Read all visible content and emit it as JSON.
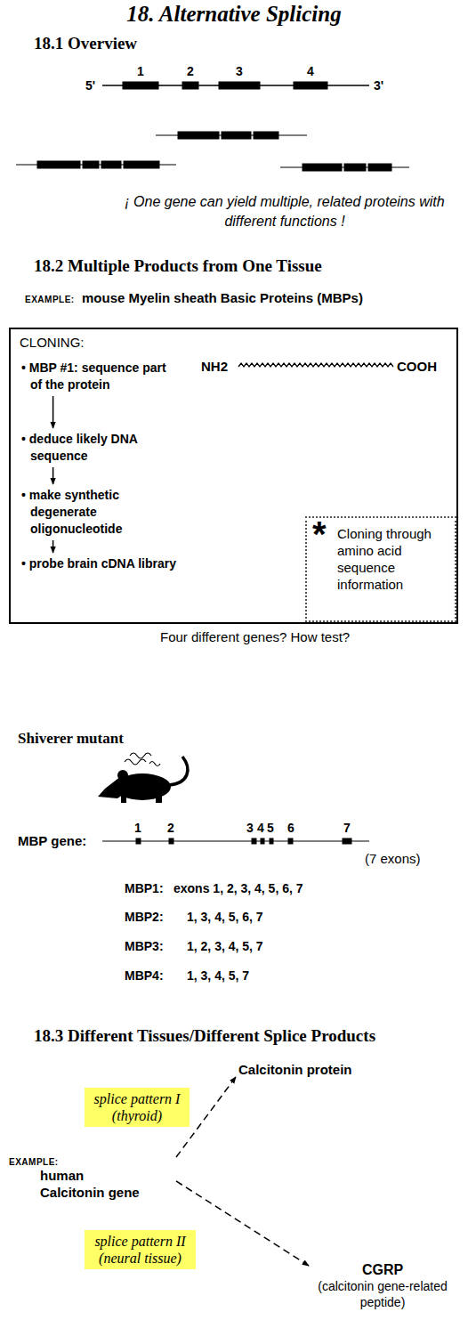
{
  "diagram": {
    "title": "18. Alternative Splicing",
    "nodes": [
      {
        "text": [
          "CLONING:"
        ]
      },
      {
        "text": [
          "• MBP #1: sequence part of the protein"
        ],
        "in": 0
      },
      {
        "text": [
          "• deduce likely DNA sequence"
        ],
        "in": 0
      },
      {
        "text": [
          "• make synthetic degenerate oligonucleotide"
        ],
        "in": 0
      },
      {
        "text": [
          "• probe brain cDNA library"
        ],
        "in": 0
      },
      {
        "text": [
          "*",
          "Cloning through amino acid sequence information"
        ],
        "in": 0
      },
      {
        "text": [
          "Calcitonin protein"
        ]
      },
      {
        "text": [
          "splice pattern I (thyroid)"
        ]
      },
      {
        "text": [
          "EXAMPLE:",
          "human Calcitonin gene"
        ]
      },
      {
        "text": [
          "splice pattern II (neural tissue)"
        ]
      },
      {
        "text": [
          "CGRP",
          "(calcitonin gene-related peptide)"
        ]
      }
    ],
    "edges": [
      {
        "from": 1,
        "to": 2,
        "arrow": "to"
      },
      {
        "from": 2,
        "to": 3,
        "arrow": "to"
      },
      {
        "from": 3,
        "to": 4,
        "arrow": "to"
      },
      {
        "from": 8,
        "to": 6,
        "arrow": "to"
      },
      {
        "from": 8,
        "to": 10,
        "arrow": "to"
      }
    ],
    "labels": [
      "18.1 Overview",
      "5'",
      "1",
      "2",
      "3",
      "4",
      "3'",
      "¡ One gene can yield multiple, related proteins with different functions !",
      "18.2 Multiple Products from One Tissue",
      "EXAMPLE:",
      "mouse Myelin sheath Basic Proteins (MBPs)",
      "NH2",
      "COOH",
      "Four different genes? How test?",
      "Shiverer mutant",
      "MBP gene:",
      "1",
      "2",
      "3",
      "4",
      "5",
      "6",
      "7",
      "(7 exons)",
      "MBP1:",
      "exons 1, 2, 3, 4, 5, 6, 7",
      "MBP2:",
      "1, 3, 4, 5, 6, 7",
      "MBP3:",
      "1, 2, 3, 4, 5, 7",
      "MBP4:",
      "1, 3, 4, 5, 7",
      "18.3 Different Tissues/Different Splice Products"
    ]
  }
}
